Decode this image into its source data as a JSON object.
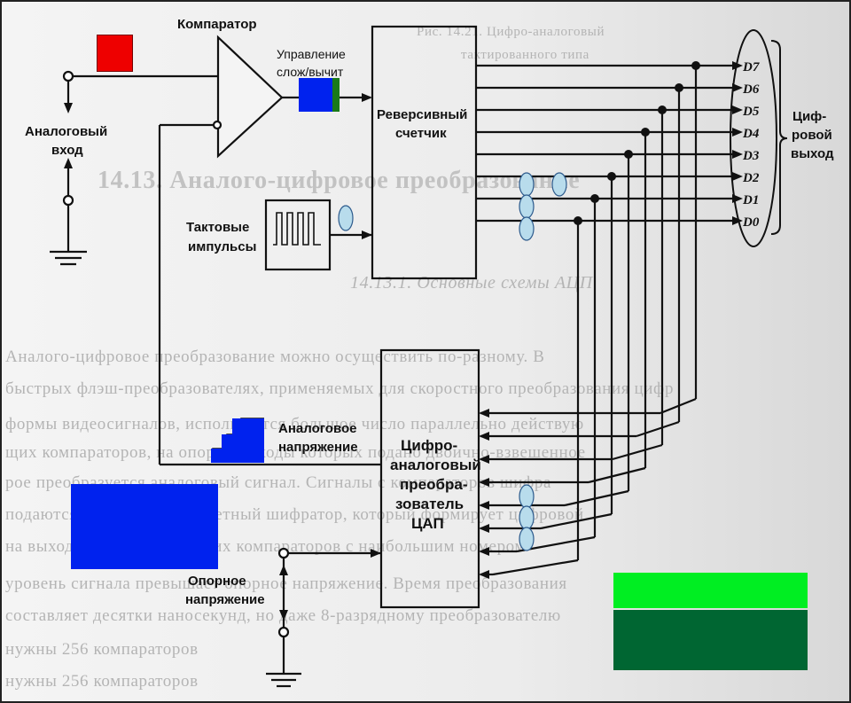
{
  "labels": {
    "comparator": "Компаратор",
    "control_line1": "Управление",
    "control_line2": "слож/вычит",
    "counter_line1": "Реверсивный",
    "counter_line2": "счетчик",
    "clock_line1": "Тактовые",
    "clock_line2": "импульсы",
    "analog_in_line1": "Аналоговый",
    "analog_in_line2": "вход",
    "analog_v_line1": "Аналоговое",
    "analog_v_line2": "напряжение",
    "dac_line1": "Цифро-",
    "dac_line2": "аналоговый",
    "dac_line3": "преобра-",
    "dac_line4": "зователь",
    "dac_line5": "ЦАП",
    "ref_line1": "Опорное",
    "ref_line2": "напряжение",
    "out_line1": "Циф-",
    "out_line2": "ровой",
    "out_line3": "выход"
  },
  "bits": [
    "D7",
    "D6",
    "D5",
    "D4",
    "D3",
    "D2",
    "D1",
    "D0"
  ],
  "background_text": {
    "caption": "Рис. 14.21. Цифро-аналоговый",
    "caption2": "тактированного типа",
    "heading": "14.13. Аналого-цифровое преобразование",
    "subheading": "14.13.1. Основные схемы АЦП",
    "p1": "Аналого-цифровое преобразование можно осуществить по-разному. В",
    "p2": "быстрых флэш-преобразователях, применяемых для скоростного преобразования цифр",
    "p3": "формы видеосигналов, используется большое число параллельно действую",
    "p4": "щих компараторов, на опорные входы которых подано двоично-взвешенное",
    "p5": "рое преобразуется аналоговый сигнал. Сигналы с компараторов шифра",
    "p6": "подаются затем на приоритетный шифратор, который формирует цифровой",
    "p7": "на выходах соответствующих компараторов с наибольшим номером",
    "p8": "уровень сигнала превышает опорное напряжение. Время преобразования",
    "p9": "составляет десятки наносекунд, но даже 8-разрядному преобразователю",
    "p10": "нужны 256 компараторов"
  },
  "colors": {
    "red": "#ee0000",
    "blue": "#0022ee",
    "dark_green": "#006632",
    "light_green": "#00ee22",
    "light_blue_marker": "#b8dcec"
  }
}
